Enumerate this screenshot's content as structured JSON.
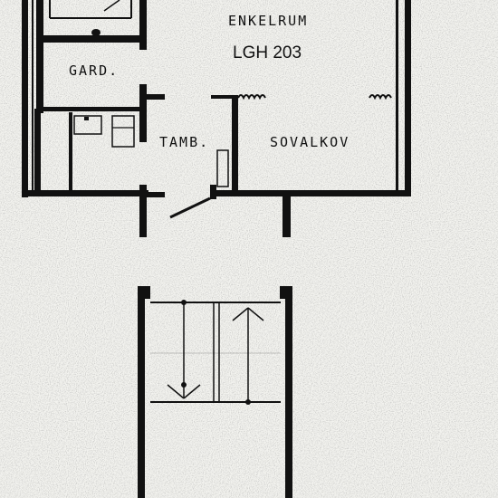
{
  "plan": {
    "labels": {
      "enkelrum": "ENKELRUM",
      "apartment": "LGH 203",
      "gard": "GARD.",
      "tamb": "TAMB.",
      "sovalkov": "SOVALKOV"
    }
  }
}
